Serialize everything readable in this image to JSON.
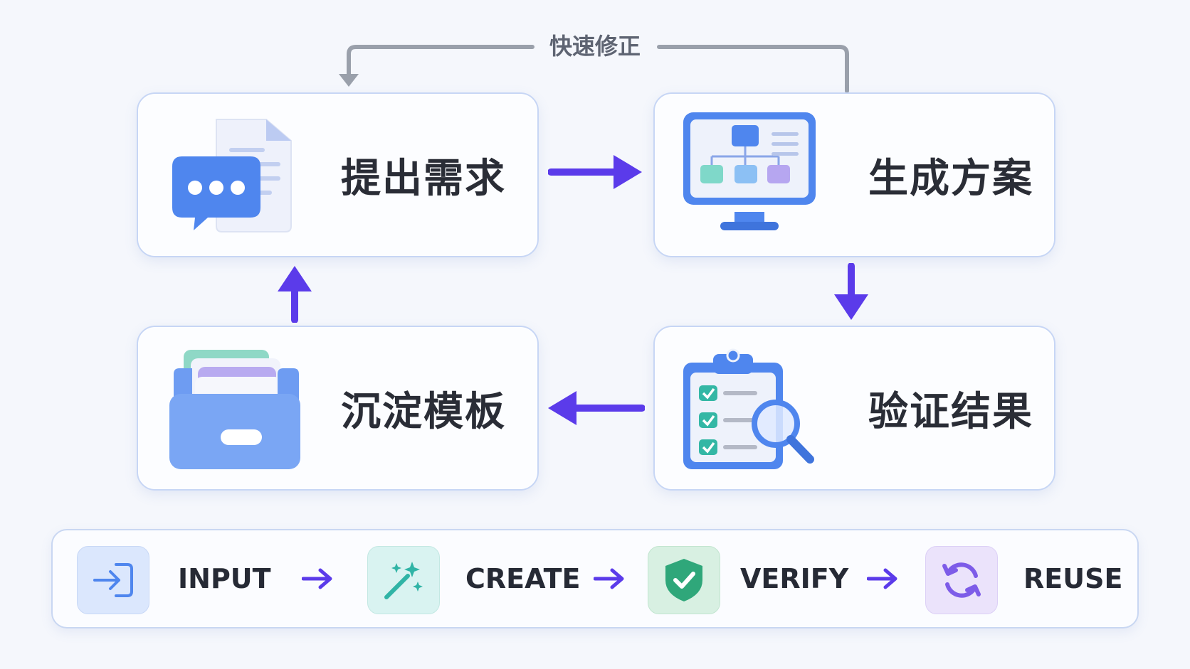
{
  "feedback_loop": {
    "label": "快速修正"
  },
  "cards": {
    "propose": {
      "label": "提出需求",
      "icon": "chat-document-icon"
    },
    "generate": {
      "label": "生成方案",
      "icon": "monitor-flowchart-icon"
    },
    "verify": {
      "label": "验证结果",
      "icon": "checklist-magnifier-icon"
    },
    "deposit": {
      "label": "沉淀模板",
      "icon": "file-drawer-icon"
    }
  },
  "steps": [
    {
      "label": "INPUT",
      "icon": "login-arrow-icon",
      "color": "#dbe7fd"
    },
    {
      "label": "CREATE",
      "icon": "magic-wand-icon",
      "color": "#d9f3f1"
    },
    {
      "label": "VERIFY",
      "icon": "shield-check-icon",
      "color": "#d8f0e2"
    },
    {
      "label": "REUSE",
      "icon": "refresh-cycle-icon",
      "color": "#ebe3fb"
    }
  ],
  "colors": {
    "arrow": "#5b3bea",
    "feedback_line": "#9aa0ab",
    "card_border": "#c7d6f5",
    "icon_blue": "#4f86ee"
  }
}
